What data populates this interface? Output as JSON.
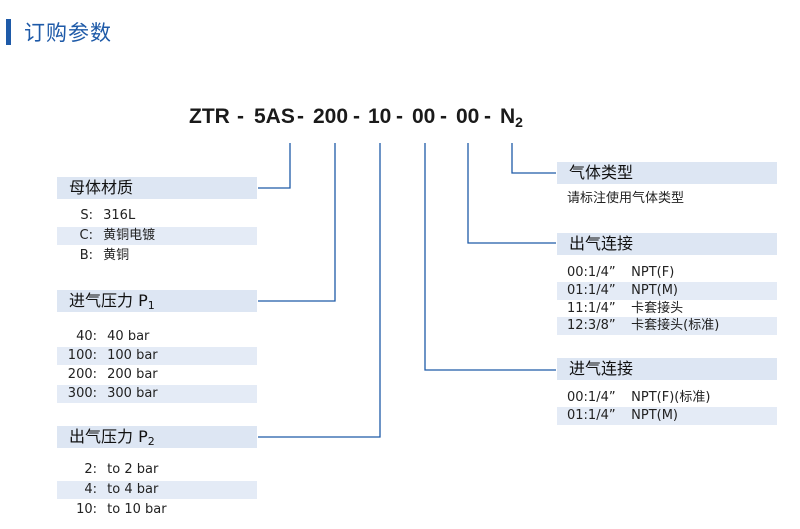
{
  "title": "订购参数",
  "code": {
    "parts": [
      "ZTR",
      "5AS",
      "200",
      "10",
      "00",
      "00",
      "N"
    ],
    "sep": "-",
    "last_sub": "2"
  },
  "groups": {
    "material": {
      "header": "母体材质",
      "rows": [
        {
          "k": "S:",
          "v": "316L"
        },
        {
          "k": "C:",
          "v": "黄铜电镀"
        },
        {
          "k": "B:",
          "v": "黄铜"
        }
      ]
    },
    "p1": {
      "header": "进气压力 P",
      "header_sub": "1",
      "rows": [
        {
          "k": "40:",
          "v": "40 bar"
        },
        {
          "k": "100:",
          "v": "100 bar"
        },
        {
          "k": "200:",
          "v": "200 bar"
        },
        {
          "k": "300:",
          "v": "300 bar"
        }
      ]
    },
    "p2": {
      "header": "出气压力 P",
      "header_sub": "2",
      "rows": [
        {
          "k": "2:",
          "v": "to 2 bar"
        },
        {
          "k": "4:",
          "v": "to 4 bar"
        },
        {
          "k": "10:",
          "v": "to 10 bar"
        }
      ]
    },
    "gas": {
      "header": "气体类型",
      "note": "请标注使用气体类型"
    },
    "outlet": {
      "header": "出气连接",
      "rows": [
        {
          "k": "00:1/4”",
          "v": "NPT(F)"
        },
        {
          "k": "01:1/4”",
          "v": "NPT(M)"
        },
        {
          "k": "11:1/4”",
          "v": "卡套接头"
        },
        {
          "k": "12:3/8”",
          "v": "卡套接头(标准)"
        }
      ]
    },
    "inlet": {
      "header": "进气连接",
      "rows": [
        {
          "k": "00:1/4”",
          "v": "NPT(F)(标准)"
        },
        {
          "k": "01:1/4”",
          "v": "NPT(M)"
        }
      ]
    }
  },
  "colors": {
    "accent": "#1e5aa8",
    "header_bg": "#dde6f3",
    "row_bg": "#e4ebf6",
    "line": "#1e5aa8"
  }
}
